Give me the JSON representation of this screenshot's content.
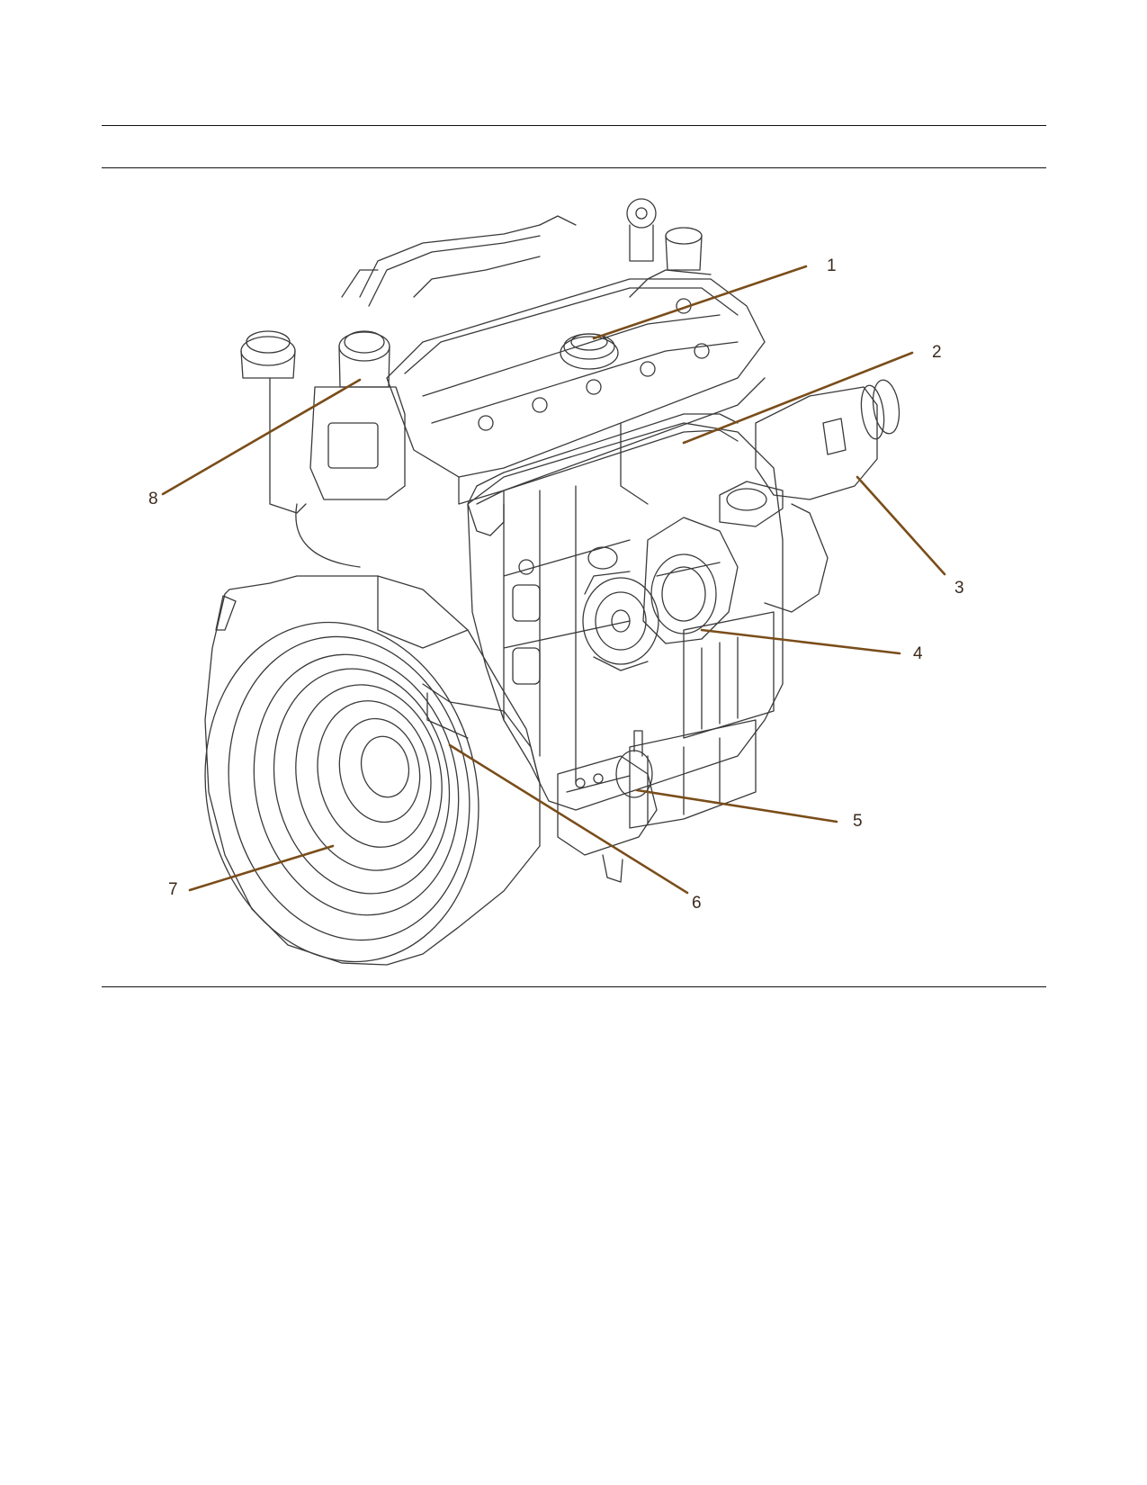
{
  "colors": {
    "leader": "#7a4d1a",
    "line_art": "#3a3a3a",
    "rule": "#111111"
  },
  "callouts": [
    {
      "label": "1"
    },
    {
      "label": "2"
    },
    {
      "label": "3"
    },
    {
      "label": "4"
    },
    {
      "label": "5"
    },
    {
      "label": "6"
    },
    {
      "label": "7"
    },
    {
      "label": "8"
    }
  ]
}
